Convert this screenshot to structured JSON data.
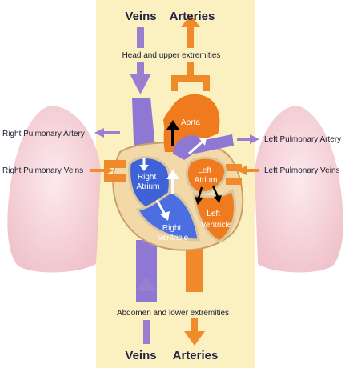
{
  "colors": {
    "center_band": "#faf0c0",
    "vein_purple": "#9a7fd0",
    "artery_orange": "#f08a2a",
    "heart_blue": "#3f63d6",
    "heart_orange": "#f07a1e",
    "lung_pink": "#f6d6dc"
  },
  "labels": {
    "top_veins": "Veins",
    "top_arteries": "Arteries",
    "head": "Head and upper extremities",
    "right_pulmonary_artery": "Right Pulmonary Artery",
    "right_pulmonary_veins": "Right Pulmonary Veins",
    "left_pulmonary_artery": "Left Pulmonary Artery",
    "left_pulmonary_veins": "Left Pulmonary Veins",
    "aorta": "Aorta",
    "right_atrium": [
      "Right",
      "Atrium"
    ],
    "left_atrium": [
      "Left",
      "Atrium"
    ],
    "right_ventricle": [
      "Right",
      "Ventricle"
    ],
    "left_ventricle": [
      "Left",
      "Ventricle"
    ],
    "abdomen": "Abdomen and lower extremities",
    "bottom_veins": "Veins",
    "bottom_arteries": "Arteries"
  }
}
